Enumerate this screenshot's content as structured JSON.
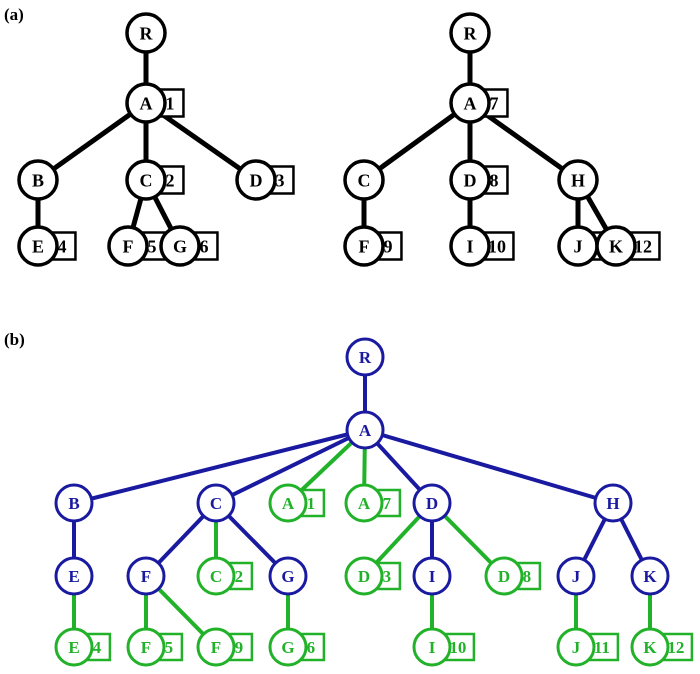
{
  "panel_labels": {
    "a": "(a)",
    "b": "(b)"
  },
  "colors": {
    "ink_a": "#000000",
    "tree_b": "#1a1aa0",
    "leaf_b": "#22b22a",
    "bg": "#ffffff"
  },
  "tree_a1": {
    "nodes": [
      {
        "id": "R",
        "label": "R",
        "order": ""
      },
      {
        "id": "A",
        "label": "A",
        "order": "1"
      },
      {
        "id": "B",
        "label": "B",
        "order": ""
      },
      {
        "id": "C",
        "label": "C",
        "order": "2"
      },
      {
        "id": "D",
        "label": "D",
        "order": "3"
      },
      {
        "id": "E",
        "label": "E",
        "order": "4"
      },
      {
        "id": "F",
        "label": "F",
        "order": "5"
      },
      {
        "id": "G",
        "label": "G",
        "order": "6"
      }
    ],
    "edges": [
      [
        "R",
        "A"
      ],
      [
        "A",
        "B"
      ],
      [
        "A",
        "C"
      ],
      [
        "A",
        "D"
      ],
      [
        "B",
        "E"
      ],
      [
        "C",
        "F"
      ],
      [
        "C",
        "G"
      ]
    ]
  },
  "tree_a2": {
    "nodes": [
      {
        "id": "R",
        "label": "R",
        "order": ""
      },
      {
        "id": "A",
        "label": "A",
        "order": "7"
      },
      {
        "id": "C",
        "label": "C",
        "order": ""
      },
      {
        "id": "D",
        "label": "D",
        "order": "8"
      },
      {
        "id": "H",
        "label": "H",
        "order": ""
      },
      {
        "id": "F",
        "label": "F",
        "order": "9"
      },
      {
        "id": "I",
        "label": "I",
        "order": "10"
      },
      {
        "id": "J",
        "label": "J",
        "order": "11"
      },
      {
        "id": "K",
        "label": "K",
        "order": "12"
      }
    ],
    "edges": [
      [
        "R",
        "A"
      ],
      [
        "A",
        "C"
      ],
      [
        "A",
        "D"
      ],
      [
        "A",
        "H"
      ],
      [
        "C",
        "F"
      ],
      [
        "D",
        "I"
      ],
      [
        "H",
        "J"
      ],
      [
        "H",
        "K"
      ]
    ]
  },
  "tree_b": {
    "nodes": [
      {
        "id": "R",
        "label": "R",
        "order": "",
        "kind": "inner"
      },
      {
        "id": "A",
        "label": "A",
        "order": "",
        "kind": "inner"
      },
      {
        "id": "B",
        "label": "B",
        "order": "",
        "kind": "inner"
      },
      {
        "id": "C",
        "label": "C",
        "order": "",
        "kind": "inner"
      },
      {
        "id": "A1",
        "label": "A",
        "order": "1",
        "kind": "leaf"
      },
      {
        "id": "A7",
        "label": "A",
        "order": "7",
        "kind": "leaf"
      },
      {
        "id": "D",
        "label": "D",
        "order": "",
        "kind": "inner"
      },
      {
        "id": "H",
        "label": "H",
        "order": "",
        "kind": "inner"
      },
      {
        "id": "E",
        "label": "E",
        "order": "",
        "kind": "inner"
      },
      {
        "id": "F",
        "label": "F",
        "order": "",
        "kind": "inner"
      },
      {
        "id": "C2",
        "label": "C",
        "order": "2",
        "kind": "leaf"
      },
      {
        "id": "G",
        "label": "G",
        "order": "",
        "kind": "inner"
      },
      {
        "id": "D3",
        "label": "D",
        "order": "3",
        "kind": "leaf"
      },
      {
        "id": "I",
        "label": "I",
        "order": "",
        "kind": "inner"
      },
      {
        "id": "D8",
        "label": "D",
        "order": "8",
        "kind": "leaf"
      },
      {
        "id": "J",
        "label": "J",
        "order": "",
        "kind": "inner"
      },
      {
        "id": "K",
        "label": "K",
        "order": "",
        "kind": "inner"
      },
      {
        "id": "E4",
        "label": "E",
        "order": "4",
        "kind": "leaf"
      },
      {
        "id": "F5",
        "label": "F",
        "order": "5",
        "kind": "leaf"
      },
      {
        "id": "F9",
        "label": "F",
        "order": "9",
        "kind": "leaf"
      },
      {
        "id": "G6",
        "label": "G",
        "order": "6",
        "kind": "leaf"
      },
      {
        "id": "I10",
        "label": "I",
        "order": "10",
        "kind": "leaf"
      },
      {
        "id": "J11",
        "label": "J",
        "order": "11",
        "kind": "leaf"
      },
      {
        "id": "K12",
        "label": "K",
        "order": "12",
        "kind": "leaf"
      }
    ],
    "edges": [
      [
        "R",
        "A",
        "inner"
      ],
      [
        "A",
        "B",
        "inner"
      ],
      [
        "A",
        "C",
        "inner"
      ],
      [
        "A",
        "A1",
        "leaf"
      ],
      [
        "A",
        "A7",
        "leaf"
      ],
      [
        "A",
        "D",
        "inner"
      ],
      [
        "A",
        "H",
        "inner"
      ],
      [
        "B",
        "E",
        "inner"
      ],
      [
        "C",
        "F",
        "inner"
      ],
      [
        "C",
        "C2",
        "leaf"
      ],
      [
        "C",
        "G",
        "inner"
      ],
      [
        "D",
        "D3",
        "leaf"
      ],
      [
        "D",
        "I",
        "inner"
      ],
      [
        "D",
        "D8",
        "leaf"
      ],
      [
        "H",
        "J",
        "inner"
      ],
      [
        "H",
        "K",
        "inner"
      ],
      [
        "E",
        "E4",
        "leaf"
      ],
      [
        "F",
        "F5",
        "leaf"
      ],
      [
        "F",
        "F9",
        "leaf"
      ],
      [
        "G",
        "G6",
        "leaf"
      ],
      [
        "I",
        "I10",
        "leaf"
      ],
      [
        "J",
        "J11",
        "leaf"
      ],
      [
        "K",
        "K12",
        "leaf"
      ]
    ]
  }
}
